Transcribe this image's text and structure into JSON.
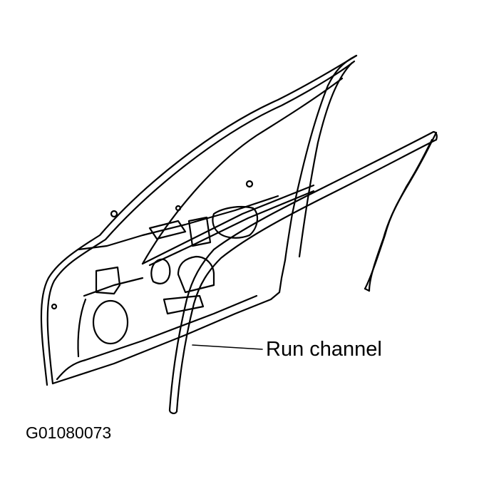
{
  "diagram": {
    "subject": "Front door with window run channel",
    "callouts": [
      {
        "label": "Run channel",
        "target": "run-channel"
      }
    ],
    "figure_id": "G01080073",
    "colors": {
      "line": "#000000",
      "background": "#ffffff"
    }
  }
}
